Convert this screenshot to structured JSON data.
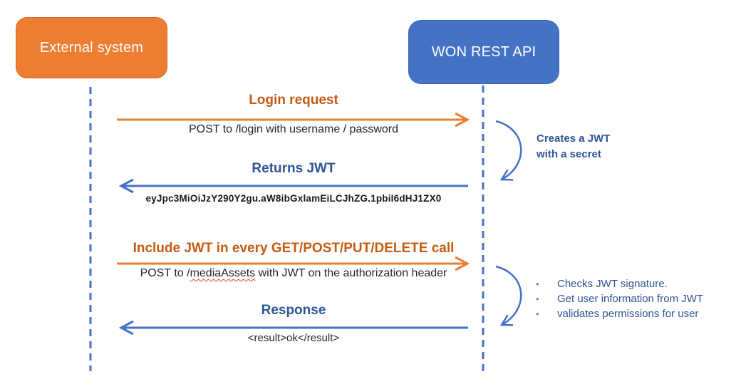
{
  "actors": [
    {
      "label": "External system"
    },
    {
      "label": "WON REST API"
    }
  ],
  "messages": [
    {
      "title": "Login request",
      "subtitle": "POST to /login with username / password",
      "direction": "right"
    },
    {
      "title": "Returns JWT",
      "subtitle": "eyJpc3MiOiJzY290Y2gu.aW8ibGxlamEiLCJhZG.1pbiI6dHJ1ZX0",
      "direction": "left"
    },
    {
      "title": "Include JWT in every GET/POST/PUT/DELETE call",
      "subtitle": "POST to /mediaAssets with JWT on the authorization header",
      "subtitle_pre": "POST to /",
      "subtitle_spell": "mediaAssets",
      "subtitle_post": " with JWT on the authorization header",
      "direction": "right"
    },
    {
      "title": "Response",
      "subtitle": "<result>ok</result>",
      "direction": "left"
    }
  ],
  "notes": [
    {
      "lines": [
        "Creates a JWT",
        "with a secret"
      ]
    },
    {
      "bullet_glyph": "•",
      "bullets": [
        "Checks JWT signature.",
        "Get user information from JWT",
        "validates permissions for user"
      ]
    }
  ],
  "colors": {
    "orange": "#ED7D31",
    "orange_dark": "#C55A11",
    "blue": "#4472C4",
    "blue_dark": "#2F5597",
    "body_text": "#262626",
    "bullet_gray": "#808080",
    "spellcheck_red": "#E03C31"
  }
}
